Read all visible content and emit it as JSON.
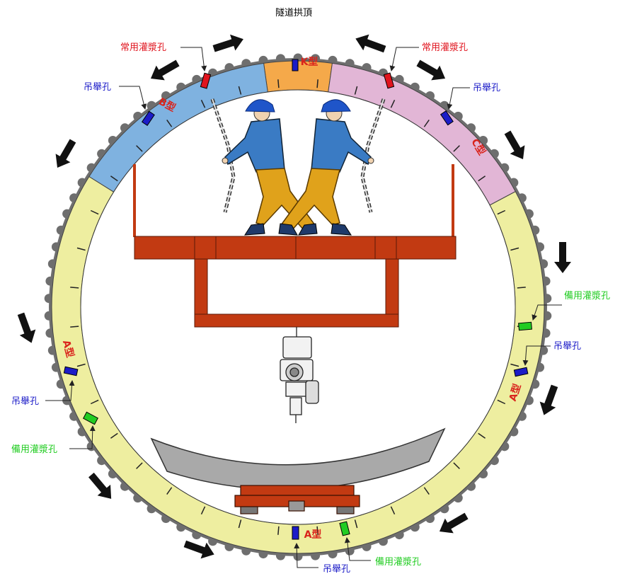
{
  "title": "隧道拱頂",
  "segments": {
    "K": {
      "label": "K型",
      "color": "#f5a94a",
      "label_color": "#d9241c"
    },
    "B": {
      "label": "B型",
      "color": "#7fb2e0",
      "label_color": "#d9241c"
    },
    "C": {
      "label": "C型",
      "color": "#e2b6d6",
      "label_color": "#d9241c"
    },
    "A": {
      "label": "A型",
      "color": "#eeeea0",
      "label_color": "#d9241c"
    }
  },
  "labels": {
    "common_grout": {
      "text": "常用灌漿孔",
      "color": "#e0141e"
    },
    "lift_hole": {
      "text": "吊舉孔",
      "color": "#1c1cc8"
    },
    "spare_grout": {
      "text": "備用灌漿孔",
      "color": "#22cc22"
    }
  },
  "colors": {
    "ring_outer": "#6e6e6e",
    "platform": "#c23a12",
    "gray_segment": "#a9a9a9",
    "worker_shirt": "#3a7bc4",
    "worker_pants": "#e0a21b",
    "worker_helmet": "#1f55c9",
    "arrow": "#111111"
  }
}
